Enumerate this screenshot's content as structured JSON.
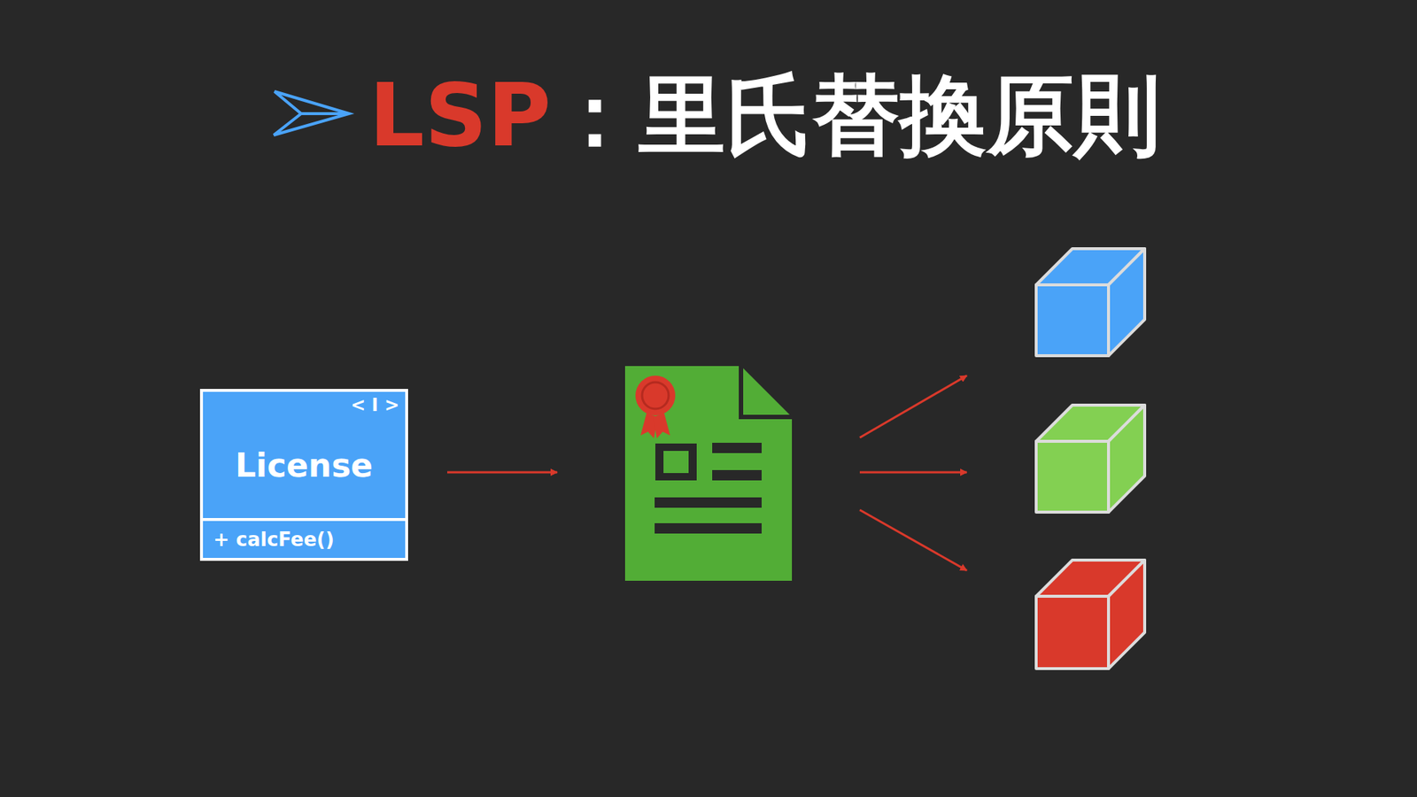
{
  "diagram": {
    "title": "LSP：里氏替換原則",
    "nodes": [
      {
        "text": [
          "< I >",
          "License",
          "+ calcFee()"
        ]
      }
    ]
  }
}
